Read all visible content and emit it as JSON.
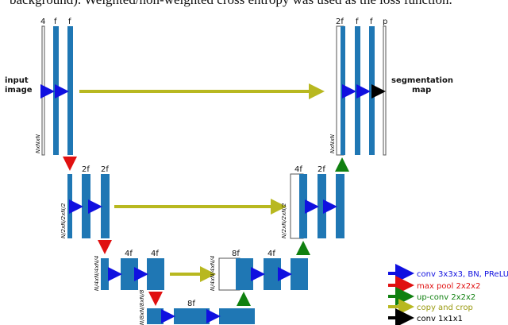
{
  "caption": "background). Weighted/non-weighted cross entropy was used as the loss function.",
  "input_label_line1": "input",
  "input_label_line2": "image",
  "output_label_line1": "segmentation",
  "output_label_line2": "map",
  "dims": {
    "level1": "NxNxN",
    "level2": "N/2xN/2xN/2",
    "level3": "N/4xN/4xN/4",
    "level4": "N/8xN/8xN/8"
  },
  "channels": {
    "in": "4",
    "f": "f",
    "two_f": "2f",
    "four_f": "4f",
    "eight_f": "8f",
    "p": "p"
  },
  "legend": [
    {
      "label": "conv 3x3x3, BN, PReLU",
      "color": "#1010e0"
    },
    {
      "label": "max pool 2x2x2",
      "color": "#e01010"
    },
    {
      "label": "up-conv 2x2x2",
      "color": "#108010"
    },
    {
      "label": "copy and crop",
      "color": "#b8b820"
    },
    {
      "label": "conv 1x1x1",
      "color": "#000000"
    }
  ],
  "colors": {
    "block": "#1f77b4",
    "conv": "#1010e0",
    "pool": "#e01010",
    "up": "#108010",
    "copy": "#b8b820",
    "final": "#000000"
  }
}
